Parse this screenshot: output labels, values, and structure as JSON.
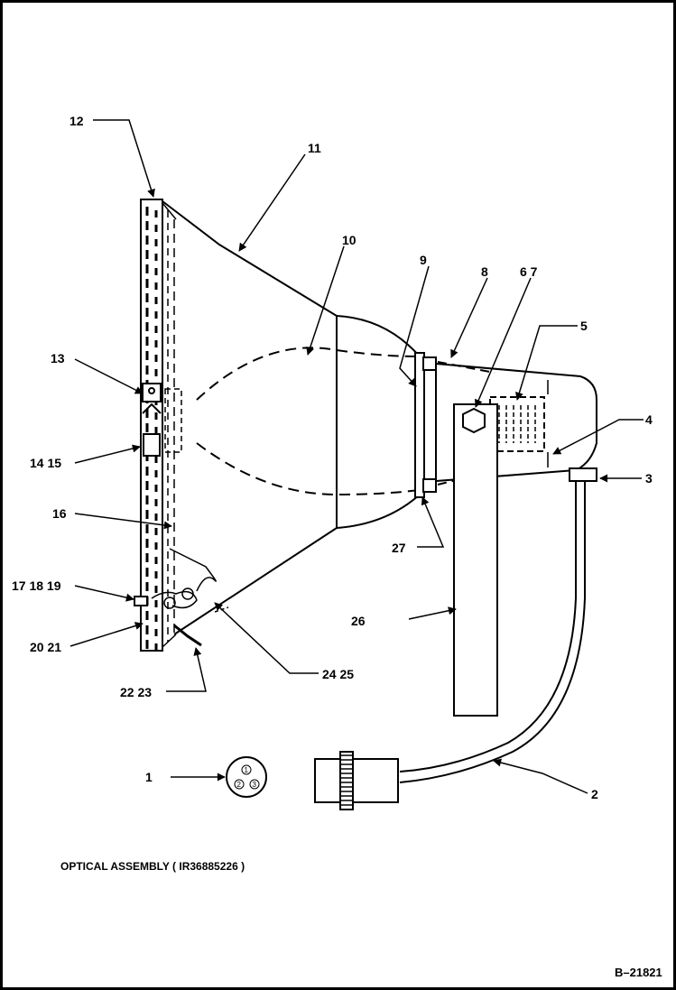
{
  "callouts": {
    "c1": "1",
    "c2": "2",
    "c3": "3",
    "c4": "4",
    "c5": "5",
    "c6_7": "6 7",
    "c8": "8",
    "c9": "9",
    "c10": "10",
    "c11": "11",
    "c12": "12",
    "c13": "13",
    "c14_15": "14 15",
    "c16": "16",
    "c17_18_19": "17 18 19",
    "c20_21": "20 21",
    "c22_23": "22 23",
    "c24_25": "24 25",
    "c26": "26",
    "c27": "27"
  },
  "connector_pins": [
    "1",
    "2",
    "3"
  ],
  "caption": "OPTICAL ASSEMBLY ( IR36885226 )",
  "drawing_ref": "B–21821"
}
